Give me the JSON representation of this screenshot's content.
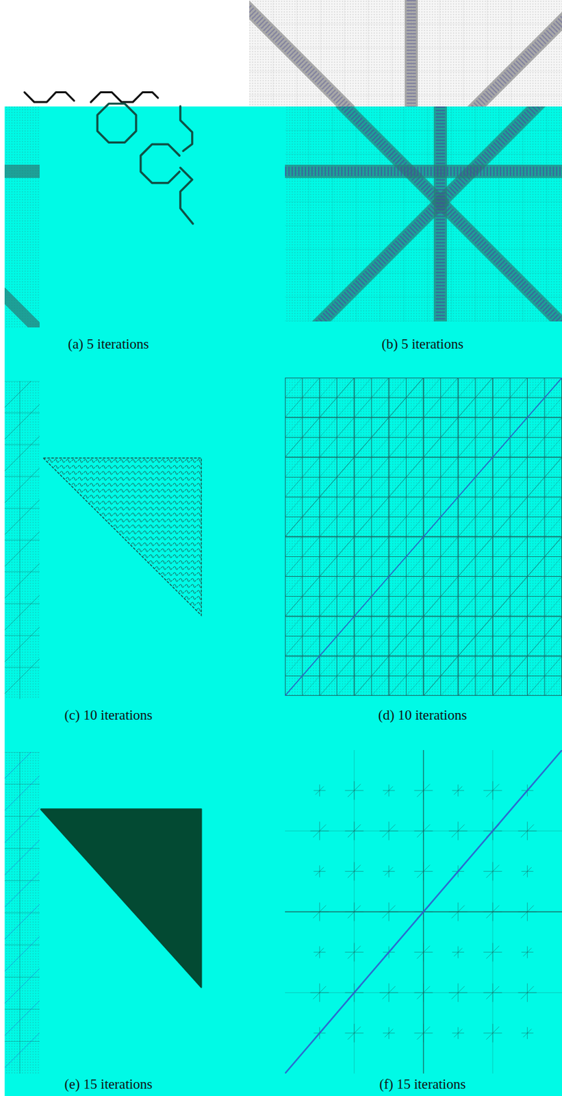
{
  "diagram": {
    "labels": [
      "(a) 5 iterations",
      "(b) 5 iterations",
      "(c) 10 iterations",
      "(d) 10 iterations",
      "(e) 15 iterations",
      "(f) 15 iterations"
    ]
  }
}
